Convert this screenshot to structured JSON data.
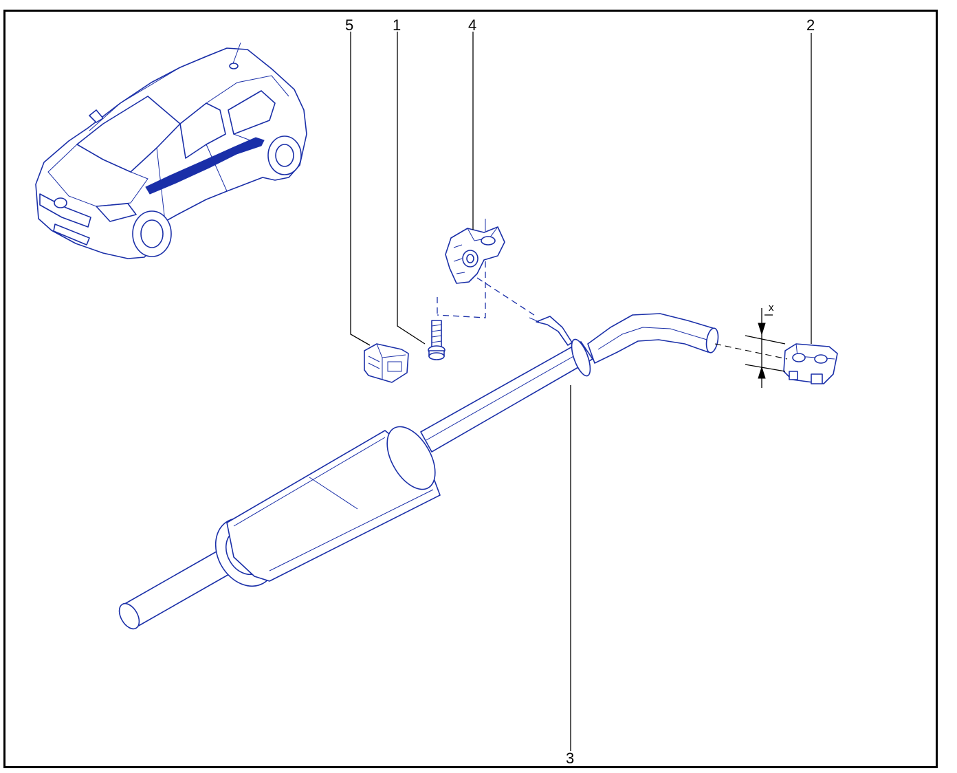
{
  "colors": {
    "line_art": "#1a2fa8",
    "callout_text": "#000000",
    "frame": "#000000",
    "background": "#ffffff"
  },
  "callouts": {
    "c1": "1",
    "c2": "2",
    "c3": "3",
    "c4": "4",
    "c5": "5"
  },
  "dimension": {
    "label": "x"
  }
}
